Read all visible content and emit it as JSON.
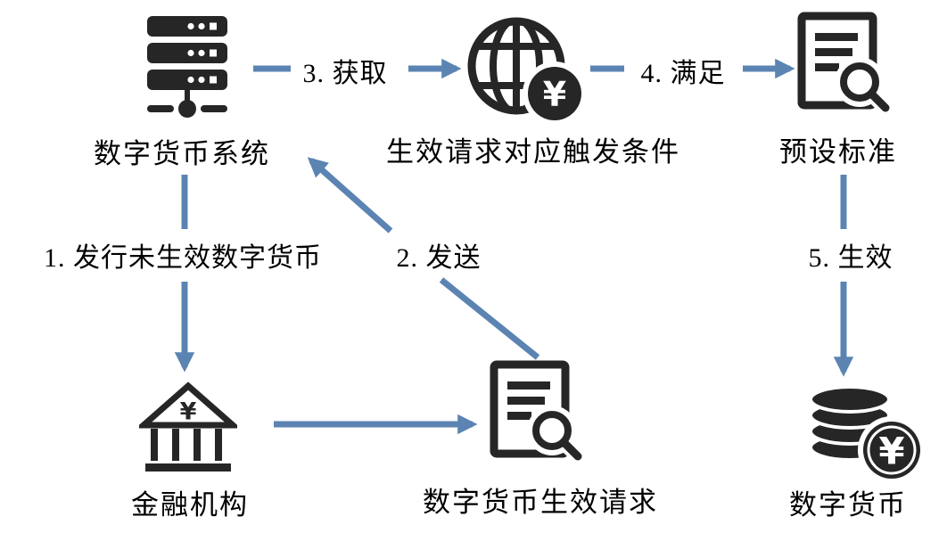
{
  "colors": {
    "arrow": "#5b84b2",
    "icon": "#262626",
    "text": "#000000",
    "background": "#ffffff"
  },
  "currency_symbol": "¥",
  "nodes": {
    "system": {
      "label": "数字货币系统",
      "icon": "server-icon"
    },
    "trigger_condition": {
      "label": "生效请求对应触发条件",
      "icon": "globe-yen-icon"
    },
    "preset_standard": {
      "label": "预设标准",
      "icon": "document-search-icon"
    },
    "financial_institution": {
      "label": "金融机构",
      "icon": "bank-yen-icon"
    },
    "effect_request": {
      "label": "数字货币生效请求",
      "icon": "document-search-icon"
    },
    "digital_currency": {
      "label": "数字货币",
      "icon": "coins-yen-icon"
    }
  },
  "edges": {
    "step1": {
      "label": "1. 发行未生效数字货币",
      "from": "system",
      "to": "financial_institution"
    },
    "step2": {
      "label": "2. 发送",
      "from": "effect_request",
      "to": "system"
    },
    "step3": {
      "label": "3. 获取",
      "from": "system",
      "to": "trigger_condition"
    },
    "step4": {
      "label": "4. 满足",
      "from": "trigger_condition",
      "to": "preset_standard"
    },
    "step5": {
      "label": "5. 生效",
      "from": "preset_standard",
      "to": "digital_currency"
    },
    "submit": {
      "label": "",
      "from": "financial_institution",
      "to": "effect_request"
    }
  }
}
